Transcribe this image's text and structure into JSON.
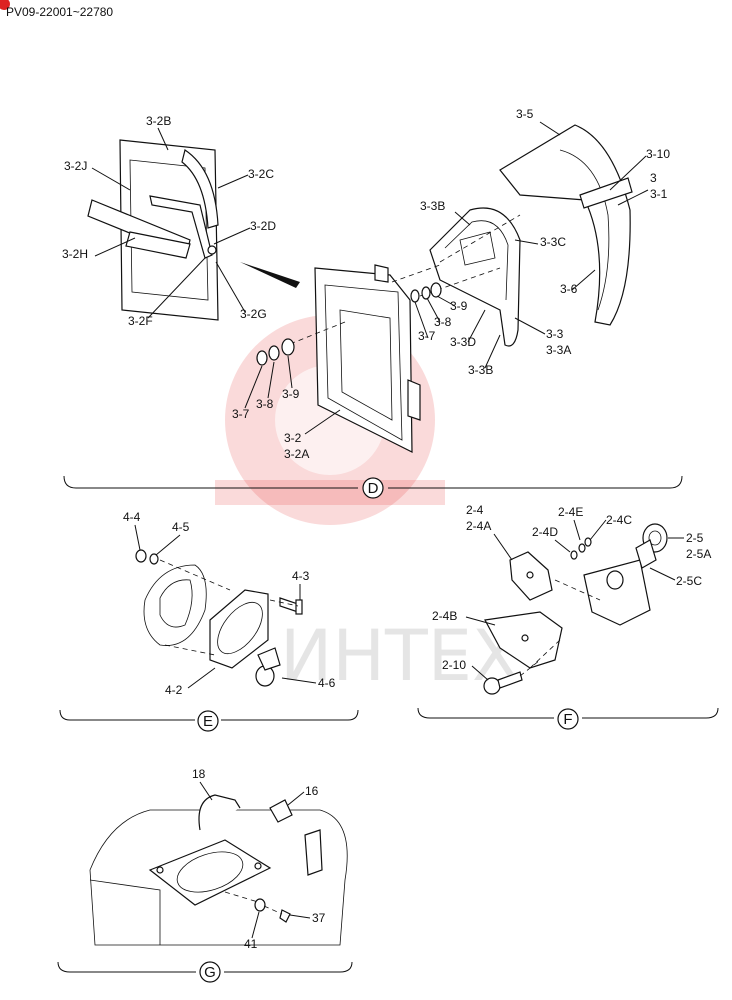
{
  "header": {
    "code": "PV09-22001~22780"
  },
  "watermark": {
    "text": "ИНТЕХ"
  },
  "sections": {
    "D": {
      "letter": "D",
      "labels": [
        "3-2B",
        "3-2J",
        "3-2C",
        "3-2D",
        "3-2H",
        "3-2F",
        "3-2G",
        "3-5",
        "3-10",
        "3",
        "3-1",
        "3-3B",
        "3-3C",
        "3-6",
        "3-9",
        "3-8",
        "3-7",
        "3-3D",
        "3-3",
        "3-3A",
        "3-3B",
        "3-7",
        "3-8",
        "3-9",
        "3-2",
        "3-2A"
      ]
    },
    "E": {
      "letter": "E",
      "labels": [
        "4-4",
        "4-5",
        "4-3",
        "4-2",
        "4-6"
      ]
    },
    "F": {
      "letter": "F",
      "labels": [
        "2-4",
        "2-4A",
        "2-4E",
        "2-4C",
        "2-4D",
        "2-5",
        "2-5A",
        "2-5C",
        "2-4B",
        "2-10"
      ]
    },
    "G": {
      "letter": "G",
      "labels": [
        "18",
        "16",
        "37",
        "41"
      ]
    }
  },
  "colors": {
    "line": "#111111",
    "watermark_gear": "#e53030",
    "background": "#ffffff"
  }
}
